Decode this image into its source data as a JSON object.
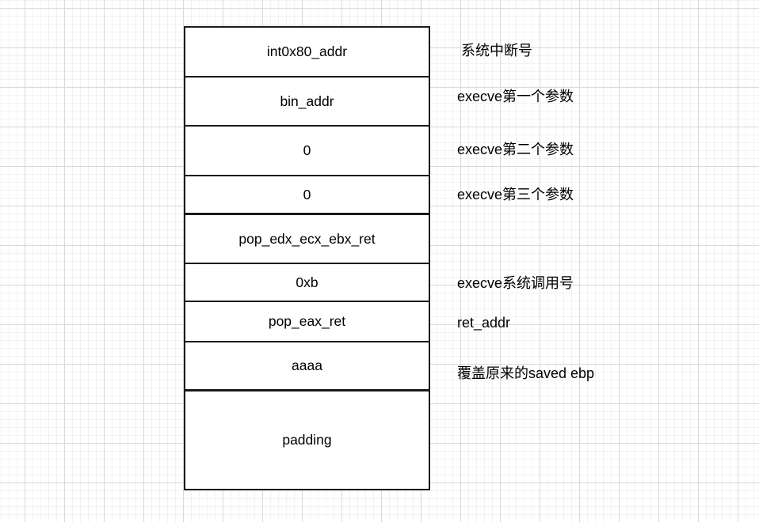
{
  "diagram": {
    "title_semantic": "ROP chain stack layout for execve exploit",
    "colors": {
      "stroke": "#1a1a1a",
      "text": "#000000",
      "cell_fill": "#ffffff",
      "grid_minor": "#f2f2f2",
      "grid_major": "#d9d9d9",
      "canvas_bg": "#ffffff"
    },
    "stack_rows": [
      {
        "label": "int0x80_addr",
        "annotation": "系统中断号"
      },
      {
        "label": "bin_addr",
        "annotation": "execve第一个参数"
      },
      {
        "label": "0",
        "annotation": "execve第二个参数"
      },
      {
        "label": "0",
        "annotation": "execve第三个参数"
      },
      {
        "label": "pop_edx_ecx_ebx_ret",
        "annotation": ""
      },
      {
        "label": "0xb",
        "annotation": "execve系统调用号"
      },
      {
        "label": "pop_eax_ret",
        "annotation": "ret_addr"
      },
      {
        "label": "aaaa",
        "annotation": "覆盖原来的saved ebp"
      },
      {
        "label": "padding",
        "annotation": ""
      }
    ]
  }
}
